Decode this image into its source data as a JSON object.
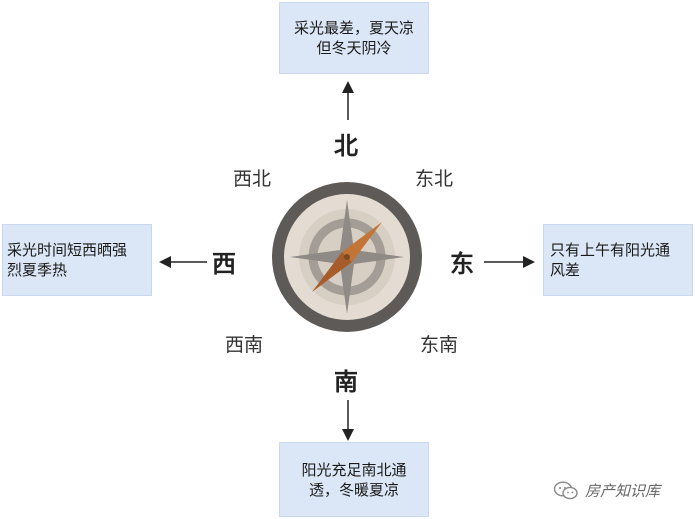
{
  "directions": {
    "north": "北",
    "south": "南",
    "east": "东",
    "west": "西",
    "northwest": "西北",
    "northeast": "东北",
    "southwest": "西南",
    "southeast": "东南"
  },
  "boxes": {
    "north": {
      "line1": "采光最差，夏天凉",
      "line2": "但冬天阴冷"
    },
    "west": {
      "line1": "采光时间短西晒强",
      "line2": "烈夏季热"
    },
    "east": {
      "line1": "只有上午有阳光通",
      "line2": "风差"
    },
    "south": {
      "line1": "阳光充足南北通",
      "line2": "透，冬暖夏凉"
    }
  },
  "watermark": {
    "text": "房产知识库",
    "icon": "wechat-icon"
  },
  "colors": {
    "box_fill": "#dbe7f6",
    "compass_ring": "#5e5a57",
    "compass_face": "#e4dcd2",
    "needle": "#b86a35"
  }
}
